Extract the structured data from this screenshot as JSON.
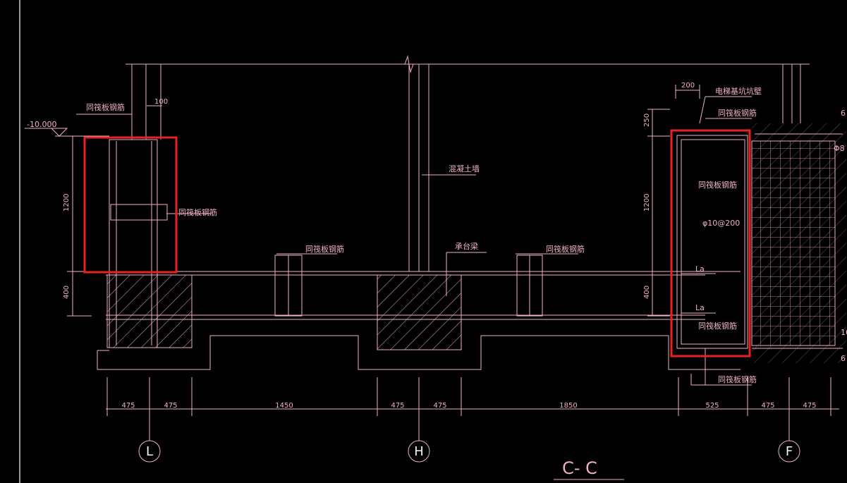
{
  "drawing": {
    "section_title": "C- C",
    "elevation_mark": "-10.000",
    "labels": {
      "same_as_slab_rebar": "同筏板钢筋",
      "concrete_wall": "混凝土墙",
      "pile_cap_beam": "承台梁",
      "elevator_pit_wall": "电梯基坑坑壁",
      "rebar_spec": "φ10@200",
      "lap_length": "La",
      "right_edge_1": "6",
      "right_edge_2": "Φ8",
      "right_edge_3": "16",
      "right_edge_4": "6"
    },
    "dimensions": {
      "d100": "100",
      "d200": "200",
      "d250": "250",
      "d1200": "1200",
      "d400": "400",
      "d475": "475",
      "d1450": "1450",
      "d1850": "1850",
      "d525": "525"
    },
    "axes": {
      "L": "L",
      "H": "H",
      "F": "F"
    },
    "colors": {
      "background": "#000000",
      "line": "#f0b0c8",
      "highlight": "#e8231d",
      "axis_label": "#f5f5f5"
    }
  }
}
